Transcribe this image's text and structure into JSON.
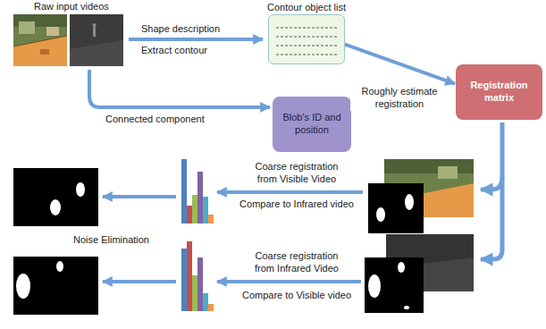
{
  "diagram": {
    "nodes": [
      {
        "text": [
          "Contour object list"
        ]
      },
      {
        "text": [
          "Blob's ID and position"
        ]
      },
      {
        "text": [
          "Registration matrix"
        ]
      }
    ],
    "edges": [
      {
        "from": 0,
        "to": 2,
        "arrow": "to",
        "label": "Roughly estimate registration"
      }
    ],
    "labels": [
      "Raw input videos",
      "Shape description",
      "Extract contour",
      "Connected component",
      "Coarse registration from Visible Video",
      "Compare to Infrared video",
      "Noise Elimination",
      "Coarse registration from Infrared Video",
      "Compare to Visible video"
    ]
  }
}
